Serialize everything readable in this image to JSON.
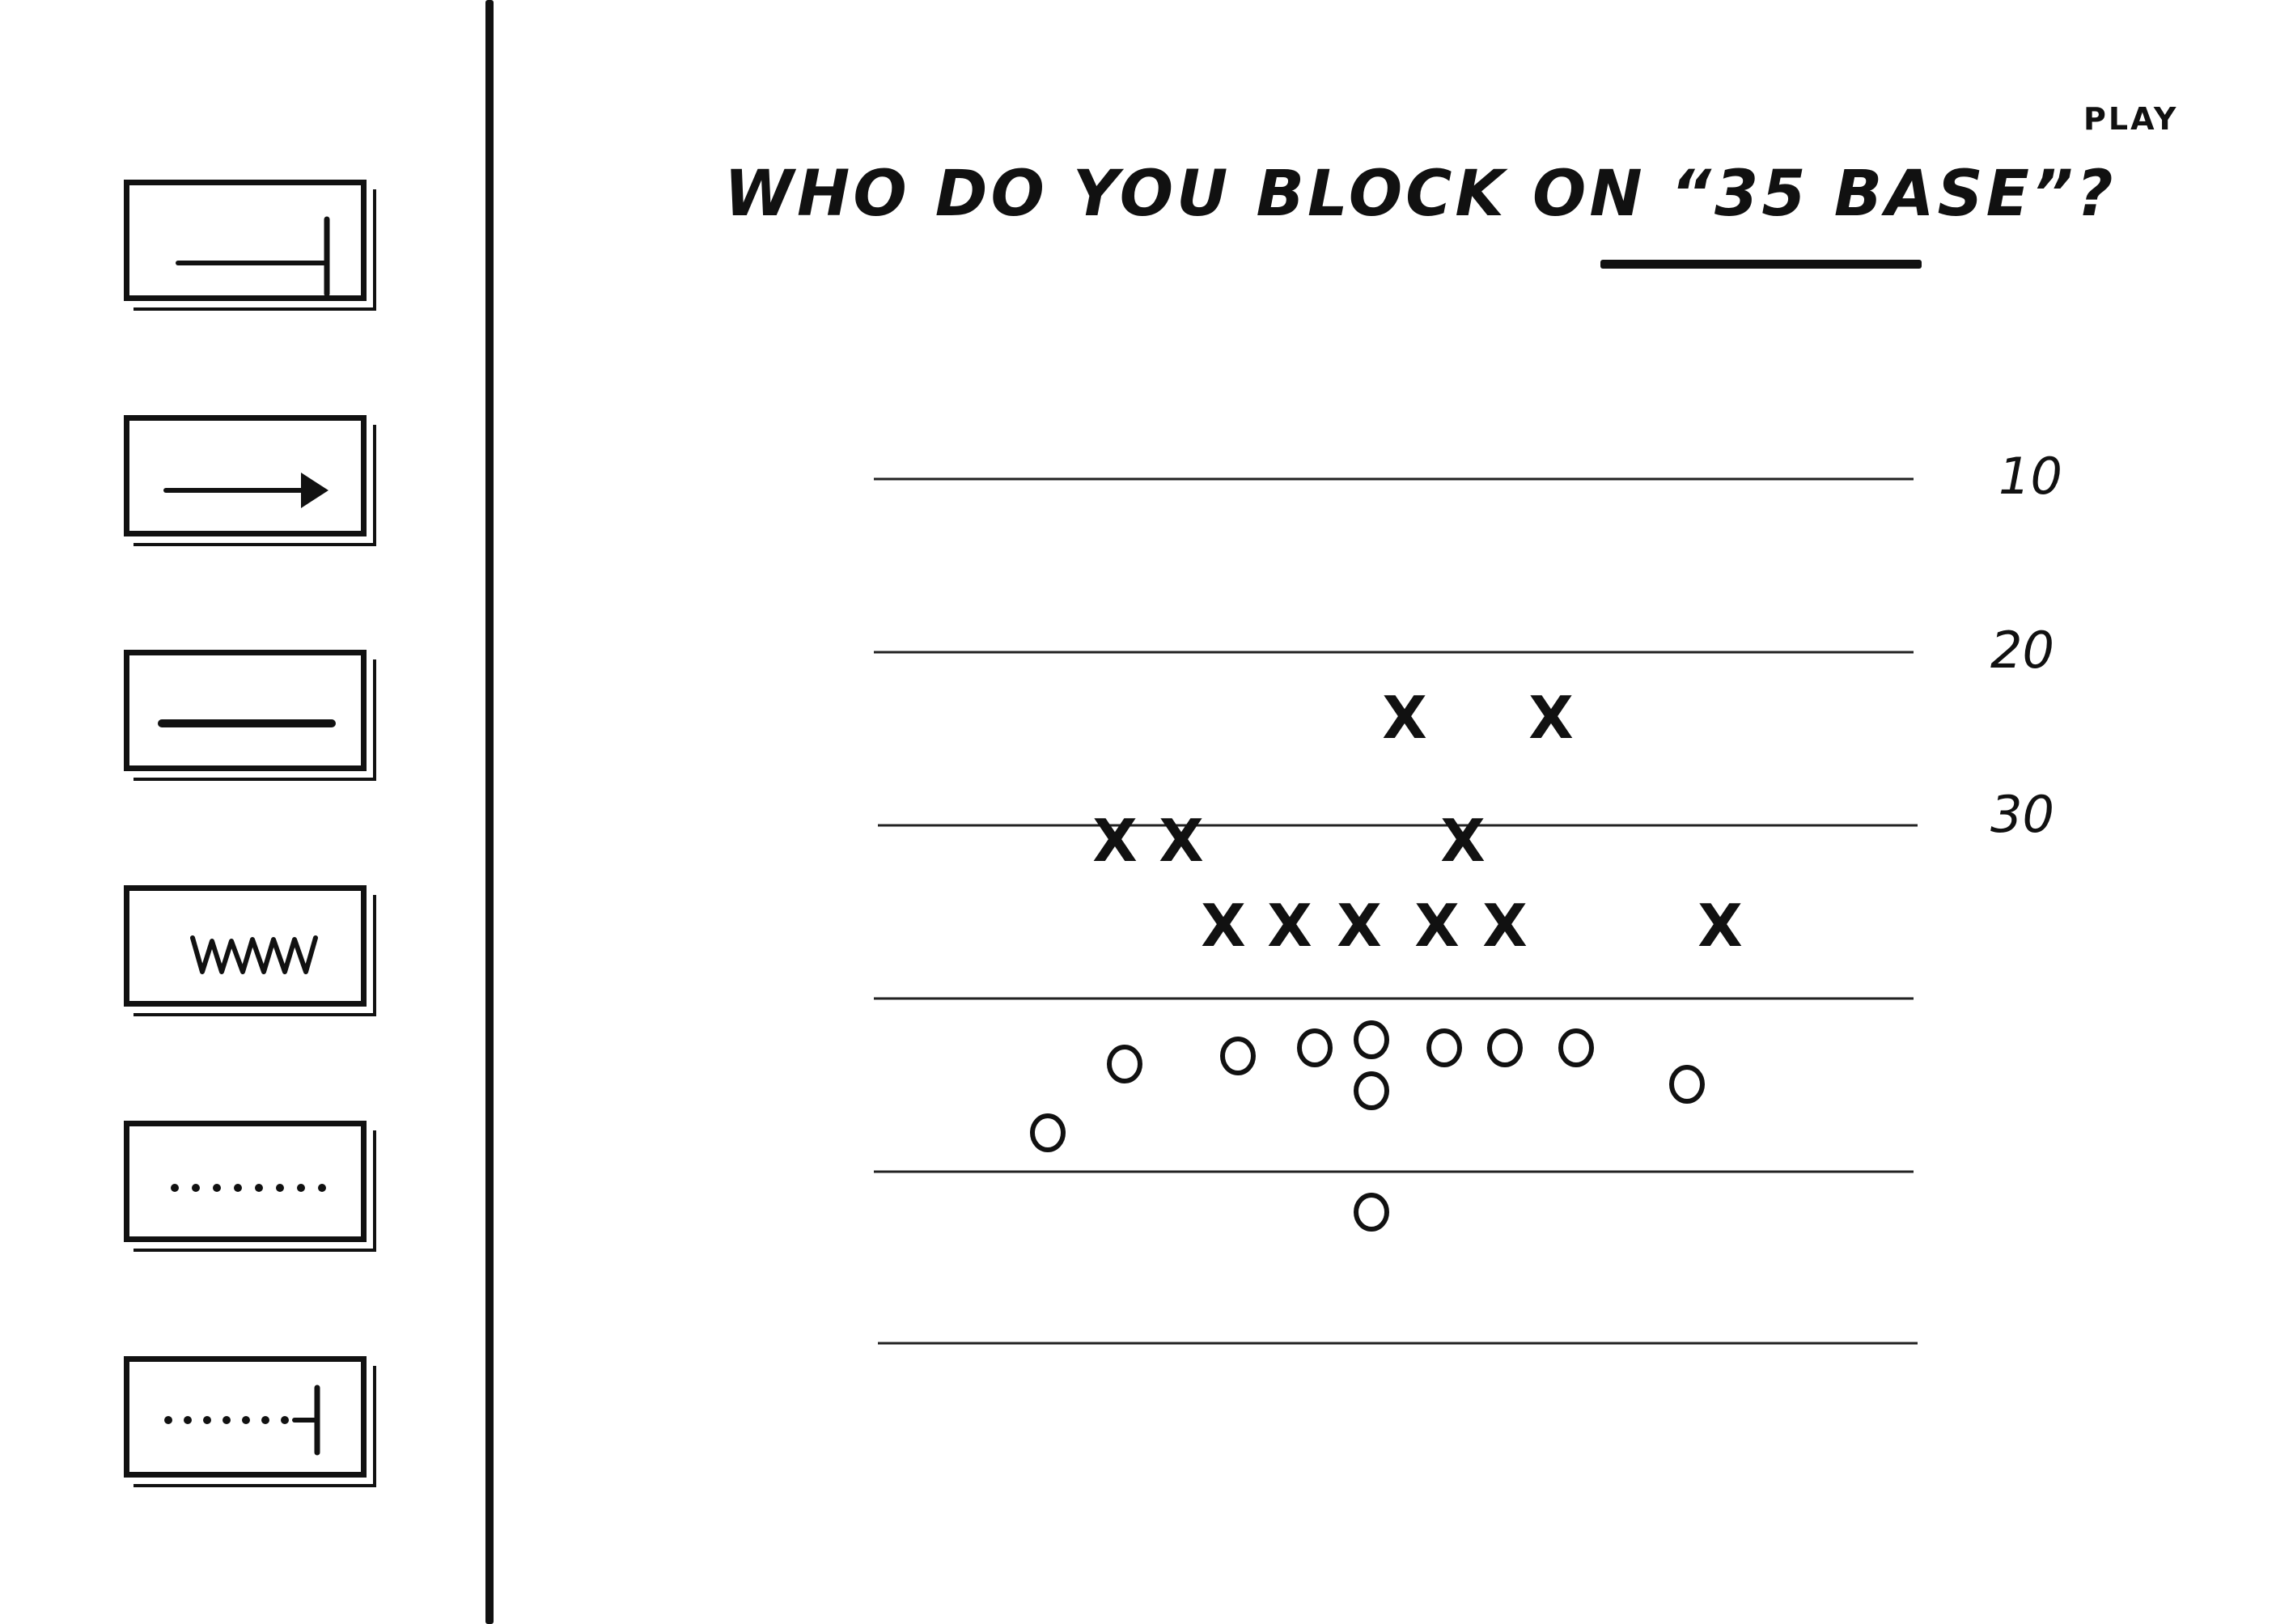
{
  "toolbar": {
    "tools": [
      {
        "name": "block-tool",
        "icon": "block-line-icon"
      },
      {
        "name": "route-tool",
        "icon": "arrow-line-icon"
      },
      {
        "name": "line-tool",
        "icon": "straight-line-icon"
      },
      {
        "name": "motion-tool",
        "icon": "zigzag-line-icon"
      },
      {
        "name": "dotted-tool",
        "icon": "dotted-line-icon"
      },
      {
        "name": "dotted-block-tool",
        "icon": "dotted-block-line-icon"
      }
    ]
  },
  "header": {
    "play_label": "PLAY"
  },
  "question": {
    "text": "WHO DO YOU BLOCK ON “35 BASE”?",
    "underlined_part": "35 BASE"
  },
  "field": {
    "yard_labels": [
      "10",
      "20",
      "30"
    ],
    "defense": [
      {
        "label": "X",
        "row": 0,
        "col": 6
      },
      {
        "label": "X",
        "row": 0,
        "col": 8
      },
      {
        "label": "X",
        "row": 1,
        "col": 2
      },
      {
        "label": "X",
        "row": 1,
        "col": 3
      },
      {
        "label": "X",
        "row": 1,
        "col": 7
      },
      {
        "label": "X",
        "row": 2,
        "col": 4
      },
      {
        "label": "X",
        "row": 2,
        "col": 5
      },
      {
        "label": "X",
        "row": 2,
        "col": 6
      },
      {
        "label": "X",
        "row": 2,
        "col": 7
      },
      {
        "label": "X",
        "row": 2,
        "col": 8
      },
      {
        "label": "X",
        "row": 2,
        "col": 11
      }
    ],
    "offense": [
      {
        "label": "O",
        "row": 0,
        "col": 0
      },
      {
        "label": "O",
        "row": 0,
        "col": 1
      },
      {
        "label": "O",
        "row": 0,
        "col": 2
      },
      {
        "label": "O",
        "row": 0,
        "col": 3
      },
      {
        "label": "O",
        "row": 0,
        "col": 4
      },
      {
        "label": "O",
        "row": 0,
        "col": 5
      },
      {
        "label": "O",
        "row": 0,
        "col": 6
      },
      {
        "label": "O",
        "row": 1,
        "col": 3
      },
      {
        "label": "O",
        "row": 1,
        "col": 7
      },
      {
        "label": "O",
        "row": 2,
        "col": -1
      },
      {
        "label": "O",
        "row": 3,
        "col": 3
      }
    ]
  }
}
